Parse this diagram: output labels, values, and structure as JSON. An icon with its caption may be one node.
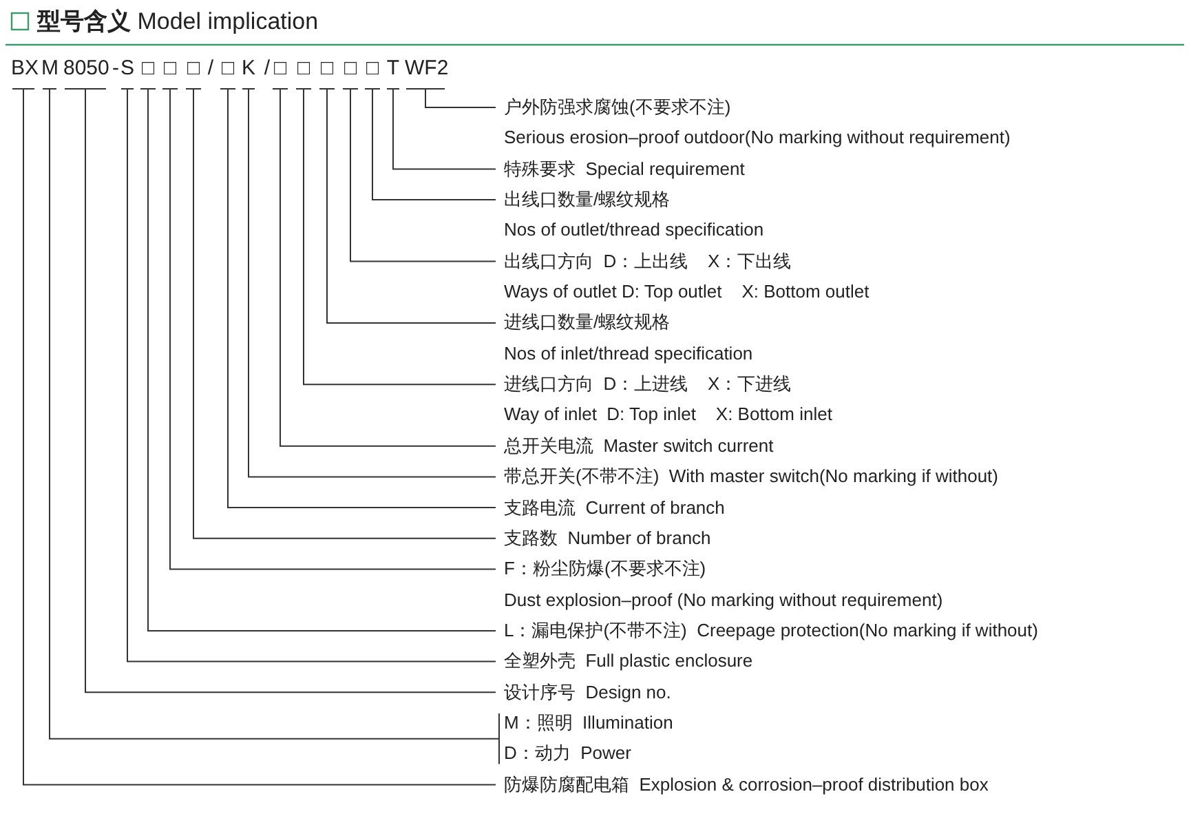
{
  "diagram": {
    "title": "**型号含义** Model implication",
    "nodes": [
      {
        "text": [
          "BX"
        ]
      },
      {
        "text": [
          "M"
        ]
      },
      {
        "text": [
          "8050"
        ]
      },
      {
        "text": [
          "S"
        ]
      },
      {
        "text": [
          "□"
        ]
      },
      {
        "text": [
          "□"
        ]
      },
      {
        "text": [
          "□"
        ]
      },
      {
        "text": [
          "□"
        ]
      },
      {
        "text": [
          "K"
        ]
      },
      {
        "text": [
          "□"
        ]
      },
      {
        "text": [
          "□"
        ]
      },
      {
        "text": [
          "□"
        ]
      },
      {
        "text": [
          "□"
        ]
      },
      {
        "text": [
          "□"
        ]
      },
      {
        "text": [
          "T"
        ]
      },
      {
        "text": [
          "WF2"
        ]
      },
      {
        "text": [
          "户外防强求腐蚀(不要求不注)",
          "Serious erosion–proof outdoor(No marking without requirement)"
        ]
      },
      {
        "text": [
          "特殊要求  Special requirement"
        ]
      },
      {
        "text": [
          "出线口数量/螺纹规格",
          "Nos of outlet/thread specification"
        ]
      },
      {
        "text": [
          "出线口方向  D：上出线    X：下出线",
          "Ways of outlet D: Top outlet    X: Bottom outlet"
        ]
      },
      {
        "text": [
          "进线口数量/螺纹规格",
          "Nos of inlet/thread specification"
        ]
      },
      {
        "text": [
          "进线口方向  D：上进线    X：下进线",
          "Way of inlet  D: Top inlet    X: Bottom inlet"
        ]
      },
      {
        "text": [
          "总开关电流  Master switch current"
        ]
      },
      {
        "text": [
          "带总开关(不带不注)  With master switch(No marking if without)"
        ]
      },
      {
        "text": [
          "支路电流  Current of branch"
        ]
      },
      {
        "text": [
          "支路数  Number of branch"
        ]
      },
      {
        "text": [
          "F：粉尘防爆(不要求不注)",
          "Dust explosion–proof (No marking without requirement)"
        ]
      },
      {
        "text": [
          "L：漏电保护(不带不注)  Creepage protection(No marking if without)"
        ]
      },
      {
        "text": [
          "全塑外壳  Full plastic enclosure"
        ]
      },
      {
        "text": [
          "设计序号  Design no."
        ]
      },
      {
        "text": [
          "M：照明  Illumination",
          "D：动力  Power"
        ]
      },
      {
        "text": [
          "防爆防腐配电箱  Explosion & corrosion–proof distribution box"
        ]
      }
    ],
    "edges": [
      {
        "from": 15,
        "to": 16,
        "arrow": "none"
      },
      {
        "from": 14,
        "to": 17,
        "arrow": "none"
      },
      {
        "from": 13,
        "to": 18,
        "arrow": "none"
      },
      {
        "from": 12,
        "to": 19,
        "arrow": "none"
      },
      {
        "from": 11,
        "to": 20,
        "arrow": "none"
      },
      {
        "from": 10,
        "to": 21,
        "arrow": "none"
      },
      {
        "from": 9,
        "to": 22,
        "arrow": "none"
      },
      {
        "from": 8,
        "to": 23,
        "arrow": "none"
      },
      {
        "from": 7,
        "to": 24,
        "arrow": "none"
      },
      {
        "from": 6,
        "to": 25,
        "arrow": "none"
      },
      {
        "from": 5,
        "to": 26,
        "arrow": "none"
      },
      {
        "from": 4,
        "to": 27,
        "arrow": "none"
      },
      {
        "from": 3,
        "to": 28,
        "arrow": "none"
      },
      {
        "from": 2,
        "to": 29,
        "arrow": "none"
      },
      {
        "from": 1,
        "to": 30,
        "arrow": "none"
      },
      {
        "from": 0,
        "to": 31,
        "arrow": "none"
      }
    ],
    "labels": [
      "-",
      "/",
      "/"
    ]
  }
}
